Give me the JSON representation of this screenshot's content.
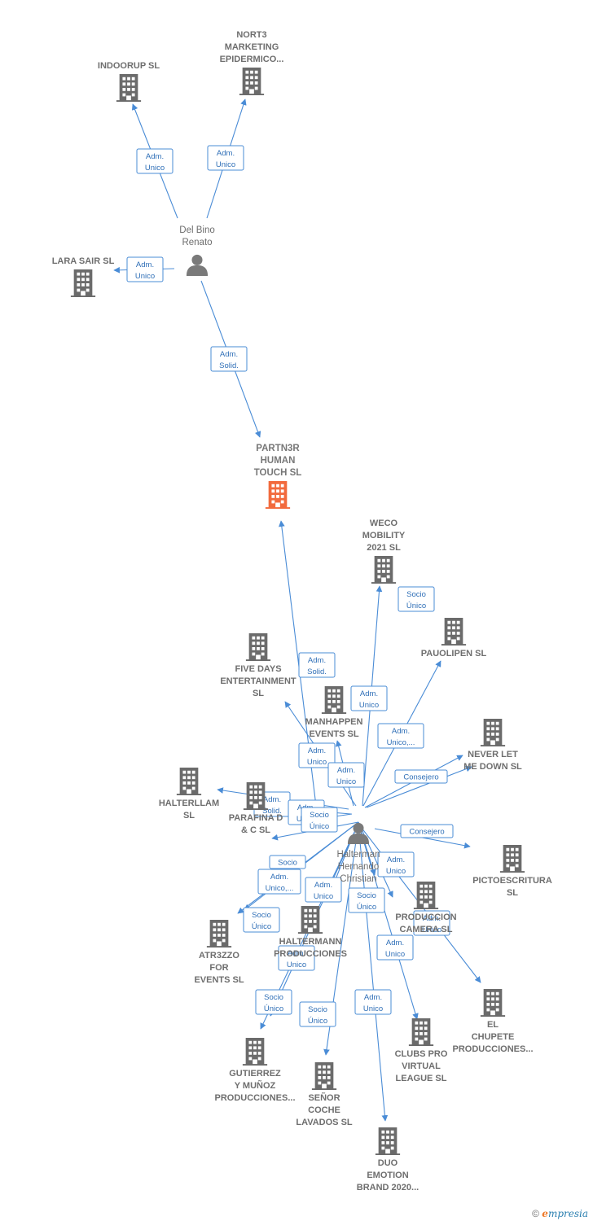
{
  "colors": {
    "company": "#6b6b6b",
    "center": "#f26a3d",
    "person": "#7a7a7a",
    "edge": "#4a8cd6"
  },
  "nodes": [
    {
      "id": "indoorup",
      "type": "company",
      "lines": [
        "INDOORUP SL"
      ]
    },
    {
      "id": "nort3",
      "type": "company",
      "lines": [
        "NORT3",
        "MARKETING",
        "EPIDERMICO..."
      ]
    },
    {
      "id": "delbino",
      "type": "person",
      "lines": [
        "Del Bino",
        "Renato"
      ]
    },
    {
      "id": "larasair",
      "type": "company",
      "lines": [
        "LARA SAIR  SL"
      ]
    },
    {
      "id": "partn3r",
      "type": "center",
      "lines": [
        "PARTN3R",
        "HUMAN",
        "TOUCH  SL"
      ]
    },
    {
      "id": "weco",
      "type": "company",
      "lines": [
        "WECO",
        "MOBILITY",
        "2021  SL"
      ]
    },
    {
      "id": "pauolipen",
      "type": "company",
      "lines": [
        "PAUOLIPEN  SL"
      ]
    },
    {
      "id": "fivedays",
      "type": "company",
      "lines": [
        "FIVE DAYS",
        "ENTERTAINMENT",
        "SL"
      ]
    },
    {
      "id": "manhappen",
      "type": "company",
      "lines": [
        "MANHAPPEN",
        "EVENTS  SL"
      ]
    },
    {
      "id": "neverlet",
      "type": "company",
      "lines": [
        "NEVER LET",
        "ME DOWN SL"
      ]
    },
    {
      "id": "halterllam",
      "type": "company",
      "lines": [
        "HALTERLLAM",
        "SL"
      ]
    },
    {
      "id": "parafina",
      "type": "company",
      "lines": [
        "PARAFINA D",
        "& C SL"
      ]
    },
    {
      "id": "halterman",
      "type": "person",
      "lines": [
        "Halterman",
        "Hernando",
        "Christian"
      ]
    },
    {
      "id": "pictoescritura",
      "type": "company",
      "lines": [
        "PICTOESCRITURA",
        "SL"
      ]
    },
    {
      "id": "atr3zzo",
      "type": "company",
      "lines": [
        "ATR3ZZO",
        "FOR",
        "EVENTS  SL"
      ]
    },
    {
      "id": "haltermannprod",
      "type": "company",
      "lines": [
        "HALTERMANN",
        "PRODUCCIONES"
      ]
    },
    {
      "id": "prodcamera",
      "type": "company",
      "lines": [
        "PRODUCCION",
        "CAMERA  SL"
      ]
    },
    {
      "id": "elchupete",
      "type": "company",
      "lines": [
        "EL",
        "CHUPETE",
        "PRODUCCIONES..."
      ]
    },
    {
      "id": "clubspro",
      "type": "company",
      "lines": [
        "CLUBS PRO",
        "VIRTUAL",
        "LEAGUE  SL"
      ]
    },
    {
      "id": "gutierrez",
      "type": "company",
      "lines": [
        "GUTIERREZ",
        "Y MUÑOZ",
        "PRODUCCIONES..."
      ]
    },
    {
      "id": "senorcoche",
      "type": "company",
      "lines": [
        "SEÑOR",
        "COCHE",
        "LAVADOS  SL"
      ]
    },
    {
      "id": "duoemotion",
      "type": "company",
      "lines": [
        "DUO",
        "EMOTION",
        "BRAND 2020..."
      ]
    }
  ],
  "edges": [
    {
      "lines": [
        "Adm.",
        "Unico"
      ]
    },
    {
      "lines": [
        "Adm.",
        "Unico"
      ]
    },
    {
      "lines": [
        "Adm.",
        "Unico"
      ]
    },
    {
      "lines": [
        "Adm.",
        "Solid."
      ]
    },
    {
      "lines": [
        "Adm.",
        "Solid."
      ]
    },
    {
      "lines": [
        "Socio",
        "Único"
      ]
    },
    {
      "lines": [
        "Adm.",
        "Unico"
      ]
    },
    {
      "lines": [
        "Adm.",
        "Unico,..."
      ]
    },
    {
      "lines": [
        "Consejero"
      ]
    },
    {
      "lines": [
        "Adm.",
        "Unico"
      ]
    },
    {
      "lines": [
        "Adm.",
        "Unico"
      ]
    },
    {
      "lines": [
        "Adm.",
        "Solid."
      ]
    },
    {
      "lines": [
        "Adm.",
        "Unico"
      ]
    },
    {
      "lines": [
        "Socio",
        "Único"
      ]
    },
    {
      "lines": [
        "Consejero"
      ]
    },
    {
      "lines": [
        "Socio"
      ]
    },
    {
      "lines": [
        "Adm.",
        "Unico,..."
      ]
    },
    {
      "lines": [
        "Adm.",
        "Unico"
      ]
    },
    {
      "lines": [
        "Adm.",
        "Unico"
      ]
    },
    {
      "lines": [
        "Socio",
        "Único"
      ]
    },
    {
      "lines": [
        "Socio",
        "Único"
      ]
    },
    {
      "lines": [
        "Adm.",
        "Unico"
      ]
    },
    {
      "lines": [
        "Adm.",
        "Unico"
      ]
    },
    {
      "lines": [
        "Adm.",
        "Unico"
      ]
    },
    {
      "lines": [
        "Socio",
        "Único"
      ]
    },
    {
      "lines": [
        "Socio",
        "Único"
      ]
    },
    {
      "lines": [
        "Adm.",
        "Unico"
      ]
    }
  ],
  "footer": {
    "copyright": "©",
    "brand_initial": "e",
    "brand_rest": "mpresia"
  }
}
